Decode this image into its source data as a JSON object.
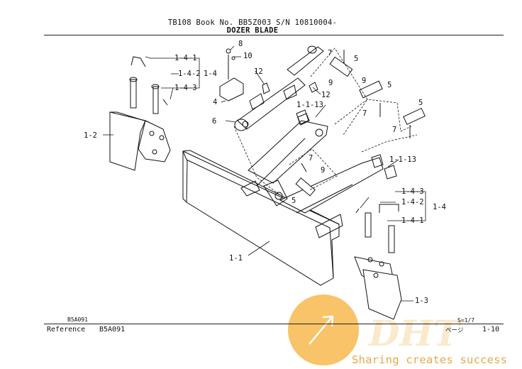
{
  "header": {
    "line1": "TB108  Book No. BB5Z003  S/N  10810004-",
    "line2": "DOZER BLADE"
  },
  "callouts": {
    "l8": "8",
    "l10": "10",
    "l12a": "12",
    "l12b": "12",
    "l4": "4",
    "l6": "6",
    "l141a": "1-4-1",
    "l142a": "1-4-2",
    "l14a": "1-4",
    "l143a": "1-4-3",
    "l12side": "1-2",
    "l1113a": "1-1-13",
    "l1113b": "1-1-13",
    "l7a": "7",
    "l5a": "5",
    "l9a": "9",
    "l5b": "5",
    "l7b": "7",
    "l9b": "9",
    "l5c": "5",
    "l7c": "7",
    "l7d": "7",
    "l9d": "9",
    "l5d": "5",
    "l143b": "1-4-3",
    "l142b": "1-4-2",
    "l14b": "1-4",
    "l141b": "1-4-1",
    "l11": "1-1",
    "l13": "1-3"
  },
  "footer": {
    "code_small": "B5A091",
    "reference_label": "Reference",
    "reference_code": "B5A091",
    "sheet": "S=1/7",
    "page_word": "ページ",
    "page": "1-10"
  },
  "watermark": {
    "logo": "DHT",
    "slogan": "Sharing creates success",
    "color": "#f4b24a"
  }
}
